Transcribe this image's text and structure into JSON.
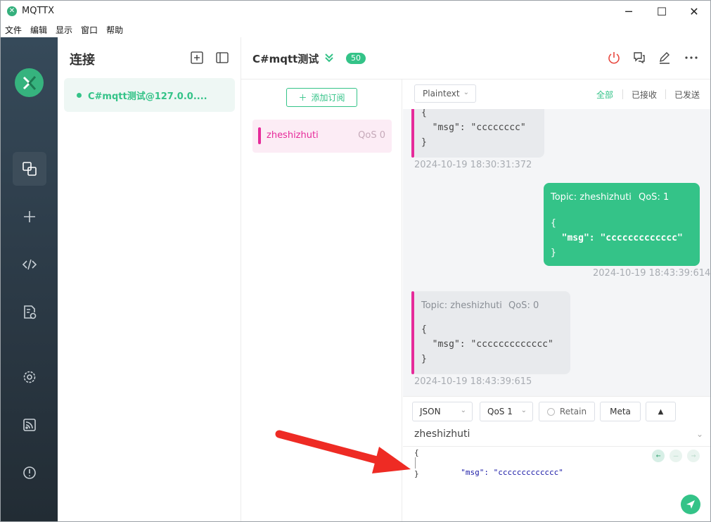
{
  "window": {
    "title": "MQTTX",
    "minimize": "─",
    "maximize": "☐",
    "close": "✕"
  },
  "menu": [
    "文件",
    "编辑",
    "显示",
    "窗口",
    "帮助"
  ],
  "rail": {
    "items": [
      "connections-icon",
      "new-connection-icon",
      "script-icon",
      "log-icon",
      "settings-icon",
      "about-feed-icon",
      "info-icon"
    ]
  },
  "connections": {
    "title": "连接",
    "items": [
      {
        "name": "C#mqtt测试@127.0.0....",
        "status": "connected"
      }
    ]
  },
  "header": {
    "name": "C#mqtt测试",
    "badge": "50"
  },
  "subscriptions": {
    "add_label": "添加订阅",
    "items": [
      {
        "topic": "zheshizhuti",
        "qos": "QoS 0",
        "color": "#e62b9a"
      }
    ]
  },
  "message_toolbar": {
    "format": "Plaintext",
    "filters": [
      "全部",
      "已接收",
      "已发送"
    ]
  },
  "messages": [
    {
      "direction": "in",
      "lines": [
        "{",
        "  \"msg\": \"cccccccc\"",
        "}"
      ],
      "time": "2024-10-19 18:30:31:372"
    },
    {
      "direction": "out",
      "topic": "Topic: zheshizhuti",
      "qos": "QoS: 1",
      "lines": [
        "{",
        "  \"msg\": \"ccccccccccccc\"",
        "}"
      ],
      "time": "2024-10-19 18:43:39:614"
    },
    {
      "direction": "in",
      "topic": "Topic: zheshizhuti",
      "qos": "QoS: 0",
      "lines": [
        "{",
        "  \"msg\": \"ccccccccccccc\"",
        "}"
      ],
      "time": "2024-10-19 18:43:39:615"
    }
  ],
  "publish": {
    "format": "JSON",
    "qos": "QoS 1",
    "retain": "Retain",
    "meta": "Meta",
    "topic": "zheshizhuti",
    "payload": [
      "{",
      "  \"msg\": \"ccccccccccccc\"",
      "}"
    ]
  },
  "colors": {
    "accent": "#34c388",
    "subscription": "#e62b9a",
    "annotation_arrow": "#ee2b24"
  }
}
